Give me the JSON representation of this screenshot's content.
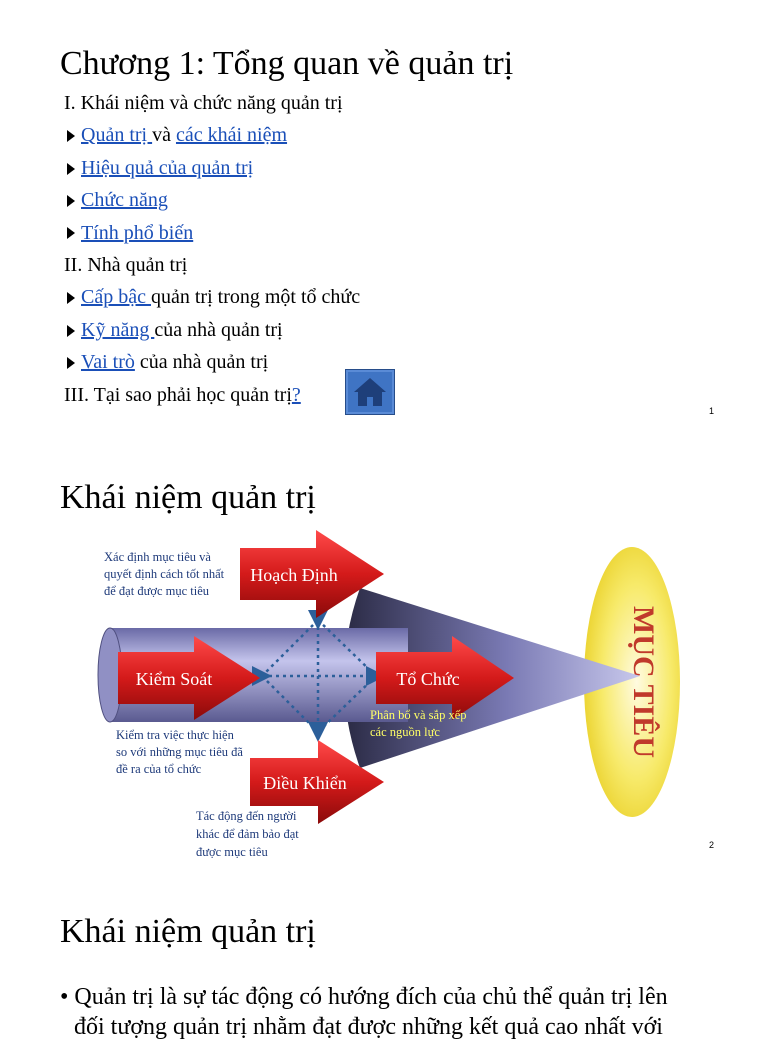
{
  "slide1": {
    "title": "Chương 1: Tổng quan về quản trị",
    "section1": "I. Khái niệm và chức năng quản trị",
    "item1_link1": "Quản trị ",
    "item1_mid": "và ",
    "item1_link2": "các khái niệm",
    "item2_link": "Hiệu quả của quản trị",
    "item3_link": "Chức năng",
    "item4_link": "Tính phổ biến",
    "section2": "II. Nhà quản trị",
    "item5_link": "Cấp bậc ",
    "item5_rest": "quản trị trong một tổ chức",
    "item6_link": "Kỹ năng ",
    "item6_rest": "của nhà quản trị",
    "item7_link": "Vai trò",
    "item7_rest": " của nhà quản trị",
    "section3": "III. Tại sao phải học quản trị",
    "section3_link": "?",
    "home_icon": "home-icon",
    "page_number": "1"
  },
  "slide2": {
    "title": "Khái niệm quản trị",
    "planning_label": "Hoạch Định",
    "control_label": "Kiểm Soát",
    "organizing_label": "Tổ Chức",
    "leading_label": "Điều Khiển",
    "planning_desc_1": "Xác định mục tiêu và",
    "planning_desc_2": "quyết định cách tốt nhất",
    "planning_desc_3": "để đạt được mục tiêu",
    "control_desc_1": "Kiểm tra việc thực hiện",
    "control_desc_2": "so với những mục tiêu đã",
    "control_desc_3": "đề ra của tổ chức",
    "organizing_desc_1": "Phân bổ và sắp xếp",
    "organizing_desc_2": "các nguồn lực",
    "leading_desc_1": "Tác động đến người",
    "leading_desc_2": "khác để đảm bảo đạt",
    "leading_desc_3": "được mục tiêu",
    "target_label": "MỤC TIÊU",
    "page_number": "2",
    "colors": {
      "arrow_red": "#d41a1a",
      "tube": "#8c8cc8",
      "cone": "#3a3a5a",
      "target": "#f3e24a",
      "target_text": "#c0392b",
      "dots": "#2c5f9a",
      "organizing_desc": "#ffff66"
    }
  },
  "slide3": {
    "title": "Khái niệm quản trị",
    "bullet": "•",
    "body_line1": "Quản trị là sự tác động có hướng đích của chủ thể quản trị lên",
    "body_line2": "đối tượng quản trị nhằm đạt được những kết quả cao nhất với"
  }
}
